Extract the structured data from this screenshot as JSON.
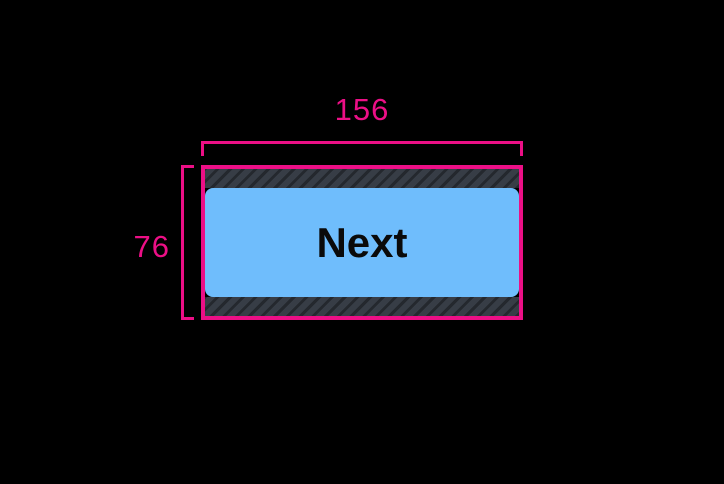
{
  "overlay": {
    "background_color": "#000000",
    "accent_color": "#ec0f86",
    "hatch_color": "#373d46"
  },
  "measurements": {
    "width_label": "156",
    "height_label": "76",
    "unit": "",
    "width_bracket_name": "width-measurement-bracket",
    "height_bracket_name": "height-measurement-bracket"
  },
  "element": {
    "type": "button",
    "label": "Next",
    "fill_color": "#6fbdfc",
    "text_color": "#0a0a0a",
    "selection_border_color": "#ec0f86"
  },
  "padding_bands": {
    "top_name": "padding-hatch-top",
    "bottom_name": "padding-hatch-bottom"
  }
}
